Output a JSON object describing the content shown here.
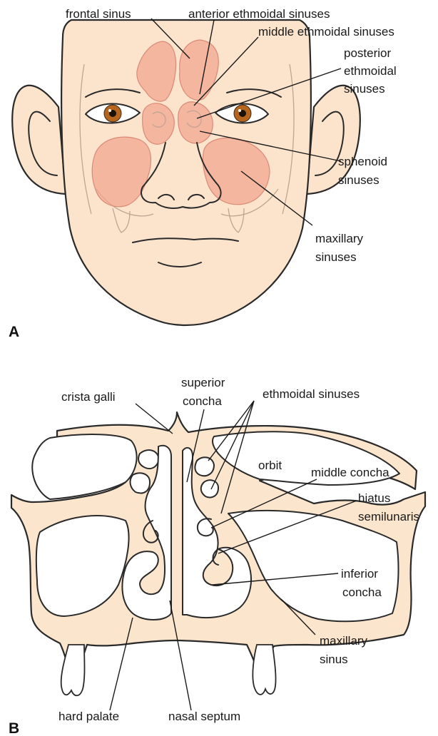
{
  "panels": {
    "a": {
      "letter": "A",
      "labels": {
        "frontal_sinus": "frontal sinus",
        "anterior_ethmoidal": "anterior ethmoidal sinuses",
        "middle_ethmoidal": "middle ethmoidal sinuses",
        "posterior_ethmoidal_1": "posterior",
        "posterior_ethmoidal_2": "ethmoidal",
        "posterior_ethmoidal_3": "sinuses",
        "sphenoid_1": "sphenoid",
        "sphenoid_2": "sinuses",
        "maxillary_1": "maxillary",
        "maxillary_2": "sinuses"
      }
    },
    "b": {
      "letter": "B",
      "labels": {
        "crista_galli": "crista galli",
        "superior_concha_1": "superior",
        "superior_concha_2": "concha",
        "ethmoidal_sinuses": "ethmoidal sinuses",
        "orbit": "orbit",
        "middle_concha": "middle concha",
        "hiatus_1": "hiatus",
        "hiatus_2": "semilunaris",
        "inferior_concha_1": "inferior",
        "inferior_concha_2": "concha",
        "maxillary_sinus_1": "maxillary",
        "maxillary_sinus_2": "sinus",
        "hard_palate": "hard palate",
        "nasal_septum": "nasal septum"
      }
    }
  },
  "colors": {
    "skin": "#fbe3cc",
    "sinus": "#f3a58f",
    "iris": "#b5651d",
    "bone": "#fbe6cd"
  }
}
